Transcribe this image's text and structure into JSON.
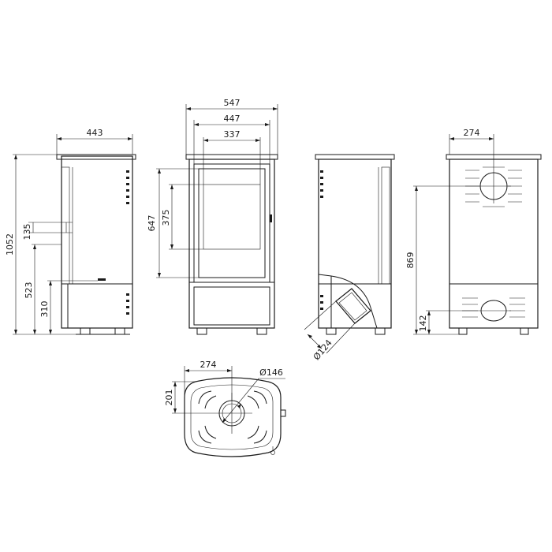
{
  "dimensions": {
    "side_depth": "443",
    "total_height": "1052",
    "height_523": "523",
    "height_310": "310",
    "handle_135": "135",
    "front_width": "547",
    "inner_width": "447",
    "glass_width": "337",
    "door_height": "647",
    "glass_height": "375",
    "flue_diameter_side": "Ø124",
    "rear_offset": "274",
    "rear_outlet_height": "869",
    "rear_lower_outlet": "142",
    "top_offset": "274",
    "top_depth": "201",
    "top_flue_diameter": "Ø146"
  }
}
